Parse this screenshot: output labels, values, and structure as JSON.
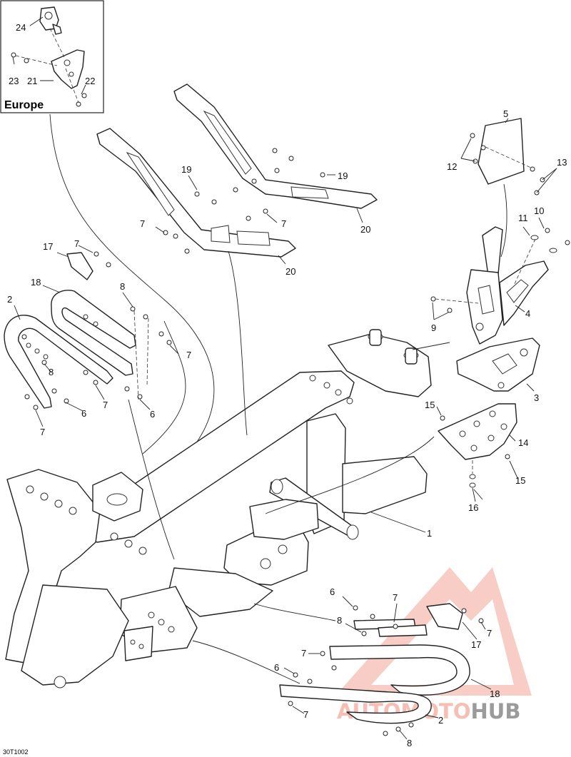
{
  "diagram_code": "30T1002",
  "inset": {
    "title": "Europe"
  },
  "watermark": {
    "text_left": "AUTO",
    "text_mid": "MOTO",
    "text_right": "HUB",
    "color_brand": "#f29c8e",
    "color_dark": "#7a7a7a"
  },
  "callouts": {
    "c24": "24",
    "c23": "23",
    "c21": "21",
    "c22": "22",
    "c5": "5",
    "c12": "12",
    "c13": "13",
    "c19a": "19",
    "c19b": "19",
    "c7a": "7",
    "c7b": "7",
    "c20a": "20",
    "c20b": "20",
    "c11": "11",
    "c10": "10",
    "c17a": "17",
    "c7c": "7",
    "c18a": "18",
    "c2a": "2",
    "c8a": "8",
    "c9": "9",
    "c4": "4",
    "c7d": "7",
    "c8b": "8",
    "c7e": "7",
    "c6a": "6",
    "c7f": "7",
    "c6b": "6",
    "c3": "3",
    "c15a": "15",
    "c14": "14",
    "c15b": "15",
    "c16": "16",
    "c1": "1",
    "c6c": "6",
    "c7g": "7",
    "c8c": "8",
    "c7h": "7",
    "c17b": "17",
    "c7i": "7",
    "c6d": "6",
    "c18b": "18",
    "c7j": "7",
    "c2b": "2",
    "c8d": "8"
  }
}
